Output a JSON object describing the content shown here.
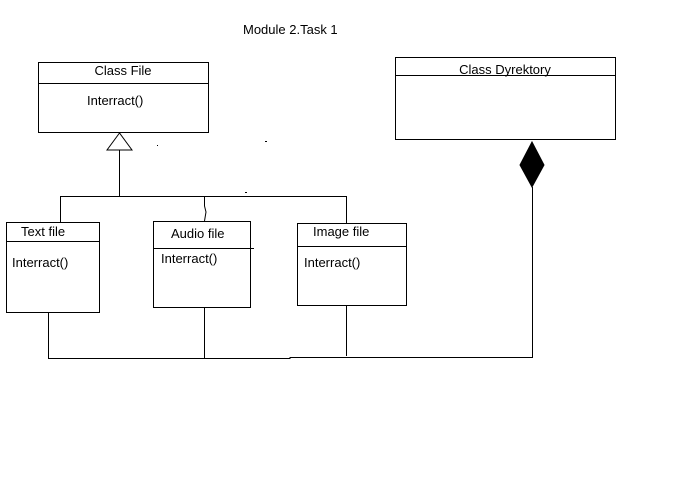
{
  "title": "Module 2.Task 1",
  "classes": {
    "file": {
      "name": "Class File",
      "method": "Interract()"
    },
    "directory": {
      "name": "Class Dyrektory"
    },
    "text_file": {
      "name": "Text file",
      "method": "Interract()"
    },
    "audio_file": {
      "name": "Audio file",
      "method": "Interract()"
    },
    "image_file": {
      "name": "Image file",
      "method": "Interract()"
    }
  },
  "relations": [
    {
      "type": "inheritance",
      "from": [
        "Text file",
        "Audio file",
        "Image file"
      ],
      "to": "Class File"
    },
    {
      "type": "composition",
      "from": [
        "Text file",
        "Audio file",
        "Image file"
      ],
      "to": "Class Dyrektory"
    }
  ]
}
